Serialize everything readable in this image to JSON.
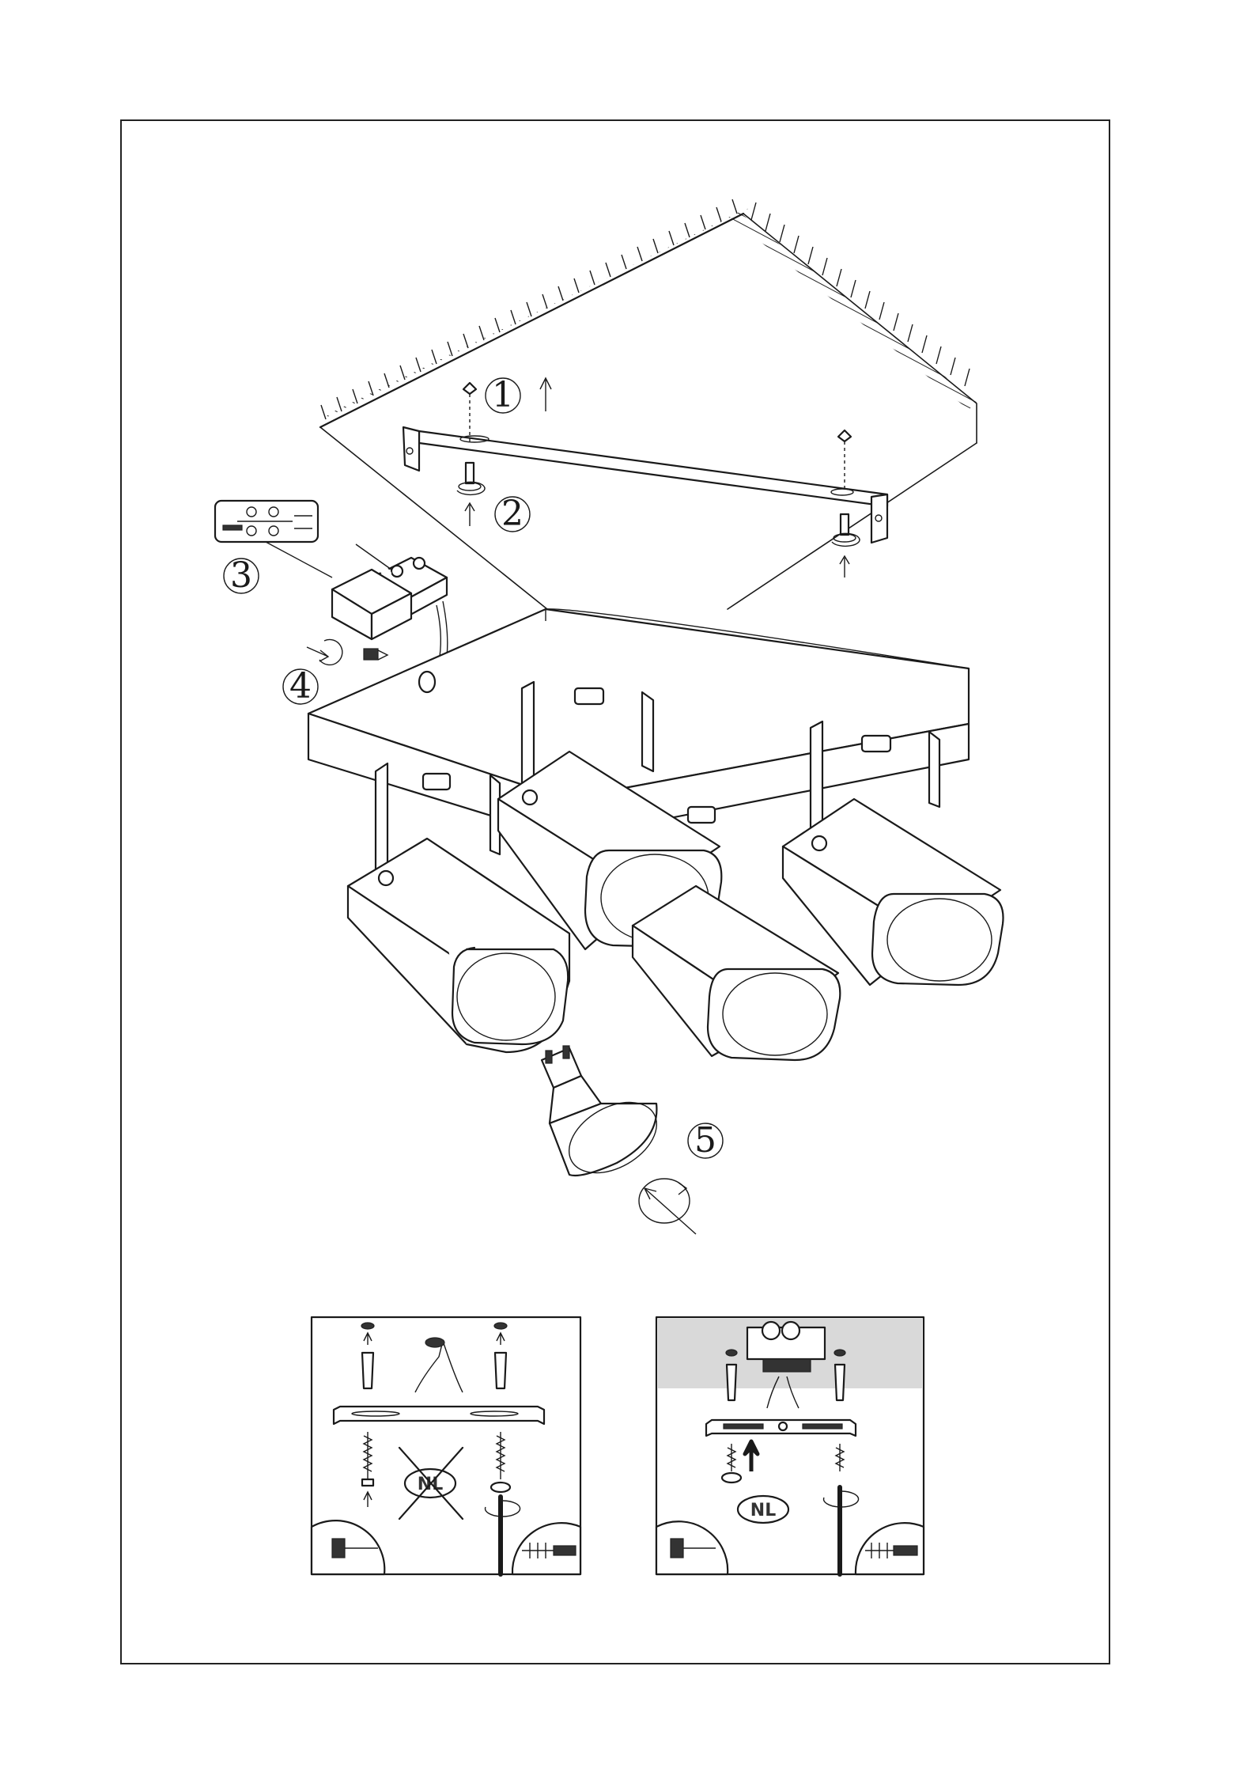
{
  "steps": [
    {
      "label": "1"
    },
    {
      "label": "2"
    },
    {
      "label": "3"
    },
    {
      "label": "4"
    },
    {
      "label": "5"
    }
  ],
  "inset_left": {
    "badge": "NL",
    "crossed": true
  },
  "inset_right": {
    "badge": "NL",
    "crossed": false
  },
  "colors": {
    "line": "#1a1a1a",
    "ceiling_band": "#d9d9d9"
  }
}
